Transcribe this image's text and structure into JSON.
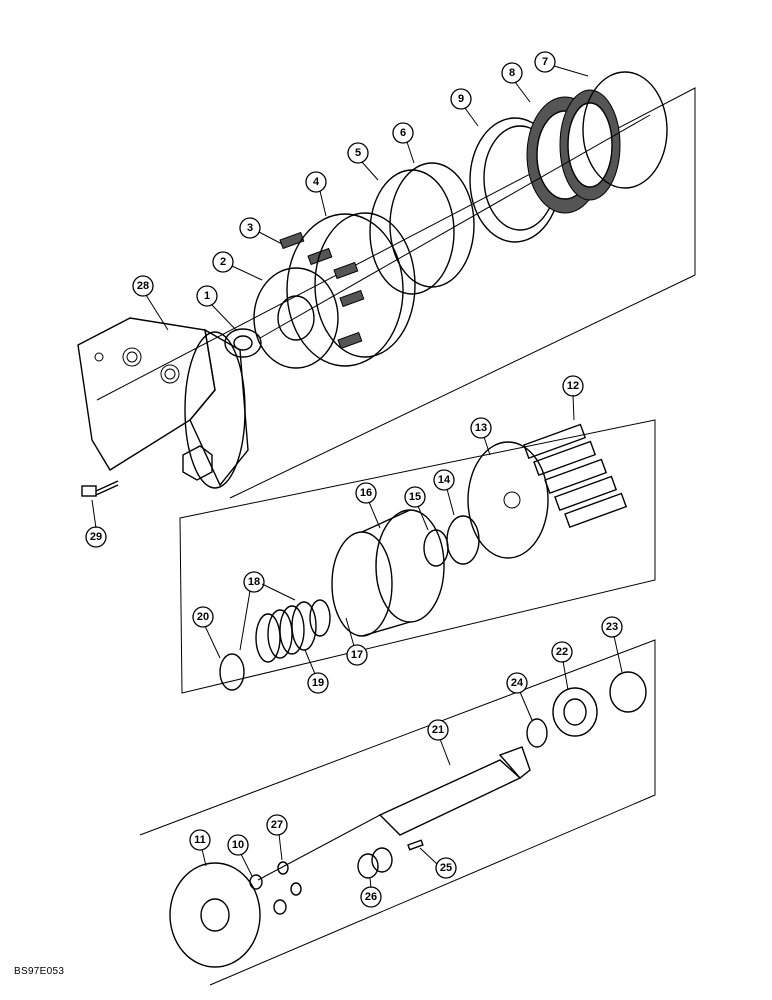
{
  "diagram": {
    "reference_code": "BS97E053",
    "callouts": [
      "1",
      "2",
      "3",
      "4",
      "5",
      "6",
      "7",
      "8",
      "9",
      "10",
      "11",
      "12",
      "13",
      "14",
      "15",
      "16",
      "17",
      "18",
      "19",
      "20",
      "21",
      "22",
      "23",
      "24",
      "25",
      "26",
      "27",
      "28",
      "29"
    ]
  }
}
